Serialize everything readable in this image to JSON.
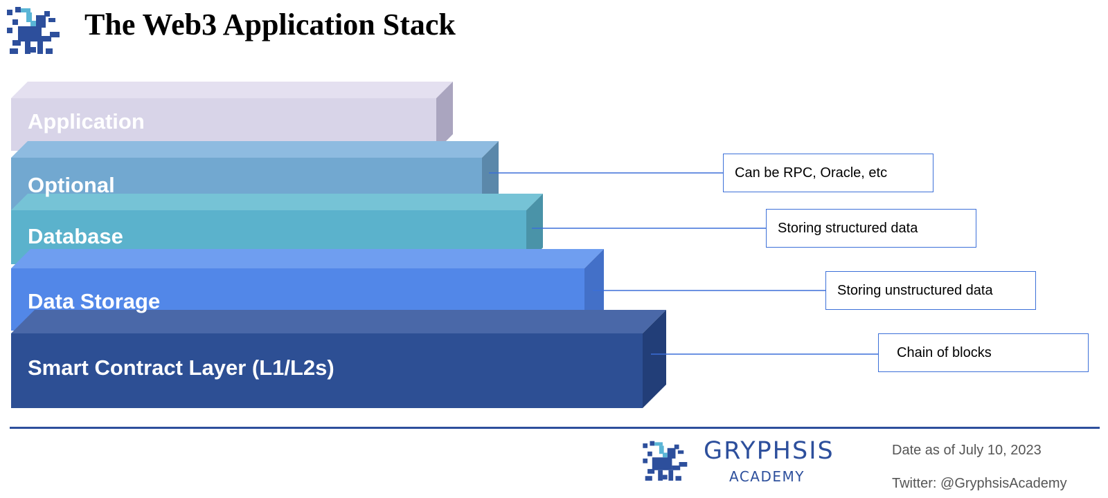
{
  "header": {
    "title": "The Web3 Application Stack",
    "logo_icon": "gryphon-logo-icon"
  },
  "layers": [
    {
      "label": "Application",
      "front_color": "#d8d4e8",
      "top_color": "#e4e0f0",
      "side_color": "#aaa5bf",
      "callout": ""
    },
    {
      "label": "Optional",
      "front_color": "#72a8d0",
      "top_color": "#8ebbe0",
      "side_color": "#5b88aa",
      "callout": "Can be RPC, Oracle, etc"
    },
    {
      "label": "Database",
      "front_color": "#5bb2cc",
      "top_color": "#76c3d6",
      "side_color": "#4a93a8",
      "callout": "Storing structured data"
    },
    {
      "label": "Data Storage",
      "front_color": "#5287e8",
      "top_color": "#6f9ef0",
      "side_color": "#4370c8",
      "callout": "Storing unstructured data"
    },
    {
      "label": "Smart Contract Layer (L1/L2s)",
      "front_color": "#2d4f94",
      "top_color": "#4a68a8",
      "side_color": "#223e78",
      "callout": "Chain of blocks"
    }
  ],
  "callout_border_color": "#3b6fd8",
  "footer": {
    "brand_name": "GRYPHSIS",
    "brand_sub": "ACADEMY",
    "brand_color": "#2d4f9c",
    "date": "Date as of July 10, 2023",
    "twitter": "Twitter: @GryphsisAcademy"
  }
}
